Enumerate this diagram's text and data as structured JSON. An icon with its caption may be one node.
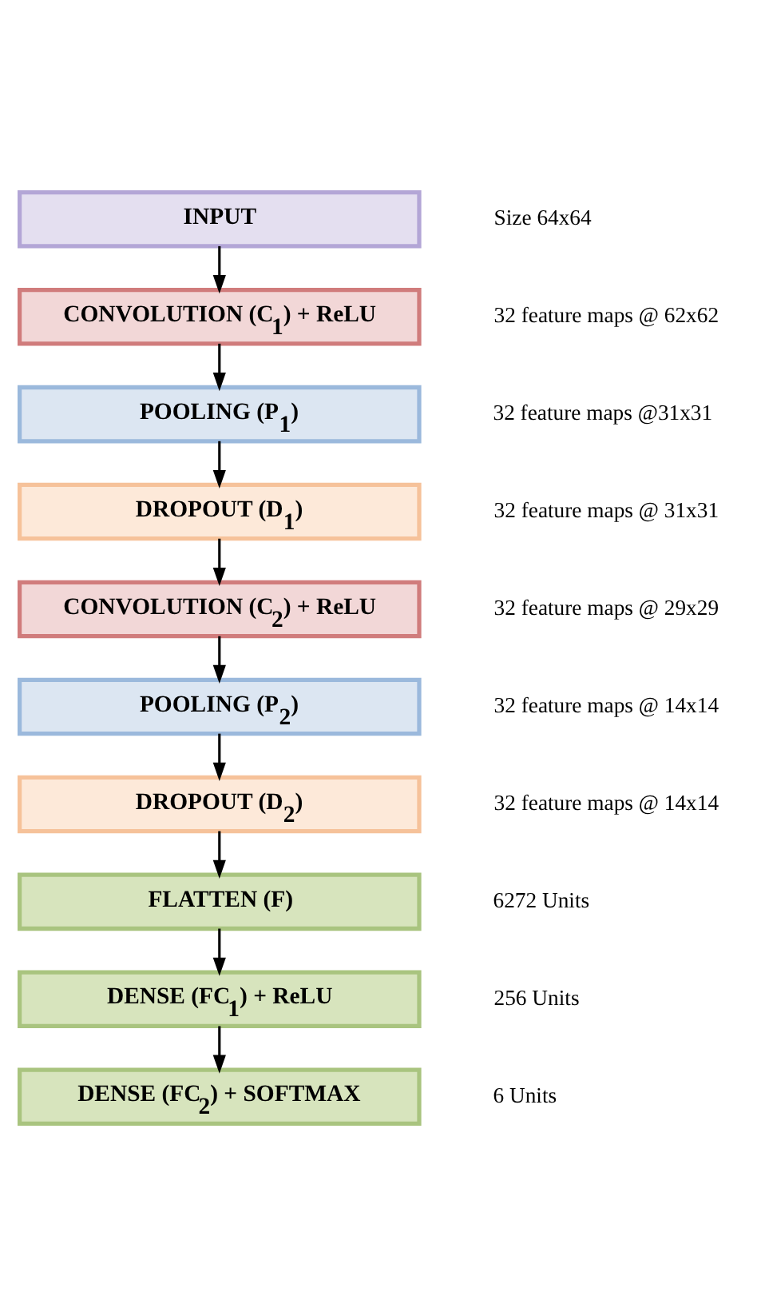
{
  "diagram": {
    "nodes": [
      {
        "text": [
          "INPUT"
        ],
        "beside": [
          "Size 64x64"
        ]
      },
      {
        "text": [
          "CONVOLUTION (C$_{1}$) + ReLU"
        ],
        "beside": [
          "32 feature maps @ 62x62"
        ]
      },
      {
        "text": [
          "POOLING (P$_{1}$)"
        ],
        "beside": [
          "32 feature maps @31x31"
        ]
      },
      {
        "text": [
          "DROPOUT (D$_{1}$)"
        ],
        "beside": [
          "32 feature maps @ 31x31"
        ]
      },
      {
        "text": [
          "CONVOLUTION (C$_{2}$) + ReLU"
        ],
        "beside": [
          "32 feature maps @ 29x29"
        ]
      },
      {
        "text": [
          "POOLING (P$_{2}$)"
        ],
        "beside": [
          "32 feature maps @ 14x14"
        ]
      },
      {
        "text": [
          "DROPOUT (D$_{2}$)"
        ],
        "beside": [
          "32 feature maps @ 14x14"
        ]
      },
      {
        "text": [
          "FLATTEN (F)"
        ],
        "beside": [
          "6272 Units"
        ]
      },
      {
        "text": [
          "DENSE (FC$_{1}$) + ReLU"
        ],
        "beside": [
          "256 Units"
        ]
      },
      {
        "text": [
          "DENSE (FC$_{2}$) + SOFTMAX"
        ],
        "beside": [
          "6 Units"
        ]
      }
    ],
    "edges": [
      {
        "from": 0,
        "to": 1,
        "arrow": "to"
      },
      {
        "from": 1,
        "to": 2,
        "arrow": "to"
      },
      {
        "from": 2,
        "to": 3,
        "arrow": "to"
      },
      {
        "from": 3,
        "to": 4,
        "arrow": "to"
      },
      {
        "from": 4,
        "to": 5,
        "arrow": "to"
      },
      {
        "from": 5,
        "to": 6,
        "arrow": "to"
      },
      {
        "from": 6,
        "to": 7,
        "arrow": "to"
      },
      {
        "from": 7,
        "to": 8,
        "arrow": "to"
      },
      {
        "from": 8,
        "to": 9,
        "arrow": "to"
      }
    ]
  }
}
